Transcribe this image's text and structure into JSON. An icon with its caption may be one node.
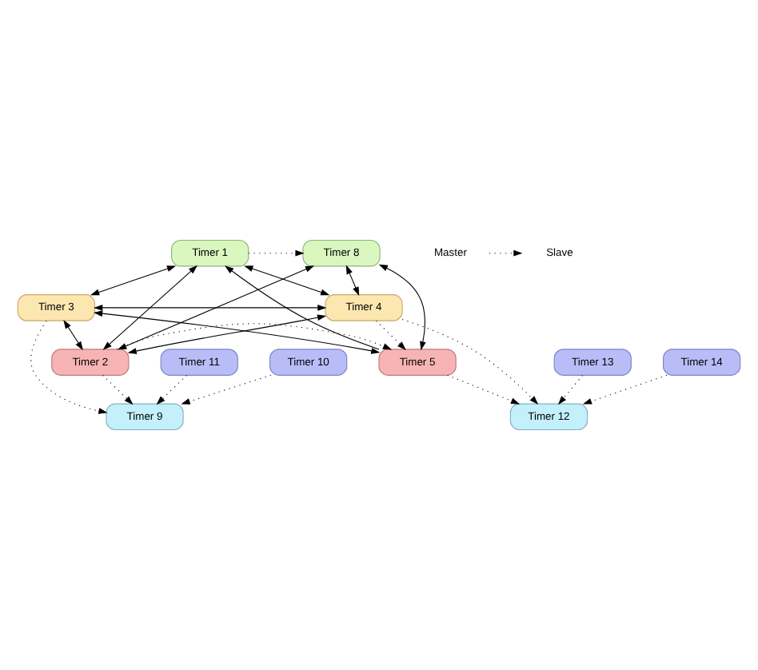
{
  "diagram": {
    "nodes": [
      {
        "text": [
          "Timer 1"
        ]
      },
      {
        "text": [
          "Timer 8"
        ]
      },
      {
        "text": [
          "Timer 3"
        ]
      },
      {
        "text": [
          "Timer 4"
        ]
      },
      {
        "text": [
          "Timer 2"
        ]
      },
      {
        "text": [
          "Timer 5"
        ]
      },
      {
        "text": [
          "Timer 9"
        ]
      },
      {
        "text": [
          "Timer 12"
        ]
      },
      {
        "text": [
          "Master"
        ]
      },
      {
        "text": [
          "Slave"
        ]
      },
      {
        "text": [
          "Timer 11"
        ]
      },
      {
        "text": [
          "Timer 10"
        ]
      },
      {
        "text": [
          "Timer 13"
        ]
      },
      {
        "text": [
          "Timer 14"
        ]
      }
    ],
    "edges": [
      {
        "from": 0,
        "to": 1,
        "arrow": "to",
        "style": "dashed"
      },
      {
        "from": 0,
        "to": 2,
        "arrow": "both"
      },
      {
        "from": 0,
        "to": 4,
        "arrow": "both"
      },
      {
        "from": 5,
        "to": 0,
        "arrow": "to"
      },
      {
        "from": 0,
        "to": 3,
        "arrow": "both"
      },
      {
        "from": 1,
        "to": 4,
        "arrow": "both"
      },
      {
        "from": 1,
        "to": 5,
        "arrow": "both"
      },
      {
        "from": 1,
        "to": 3,
        "arrow": "both"
      },
      {
        "from": 2,
        "to": 3,
        "arrow": "both"
      },
      {
        "from": 2,
        "to": 4,
        "arrow": "both"
      },
      {
        "from": 2,
        "to": 5,
        "arrow": "both"
      },
      {
        "from": 3,
        "to": 4,
        "arrow": "both"
      },
      {
        "from": 2,
        "to": 6,
        "arrow": "to",
        "style": "dashed"
      },
      {
        "from": 3,
        "to": 5,
        "arrow": "to",
        "style": "dashed"
      },
      {
        "from": 3,
        "to": 7,
        "arrow": "to",
        "style": "dashed"
      },
      {
        "from": 4,
        "to": 6,
        "arrow": "to",
        "style": "dashed"
      },
      {
        "from": 4,
        "to": 5,
        "arrow": "to",
        "style": "dashed"
      },
      {
        "from": 5,
        "to": 7,
        "arrow": "to",
        "style": "dashed"
      },
      {
        "from": 8,
        "to": 9,
        "arrow": "to",
        "style": "dashed"
      },
      {
        "from": 10,
        "to": 6,
        "arrow": "to",
        "style": "dashed"
      },
      {
        "from": 11,
        "to": 6,
        "arrow": "to",
        "style": "dashed"
      },
      {
        "from": 12,
        "to": 7,
        "arrow": "to",
        "style": "dashed"
      },
      {
        "from": 13,
        "to": 7,
        "arrow": "to",
        "style": "dashed"
      }
    ]
  }
}
